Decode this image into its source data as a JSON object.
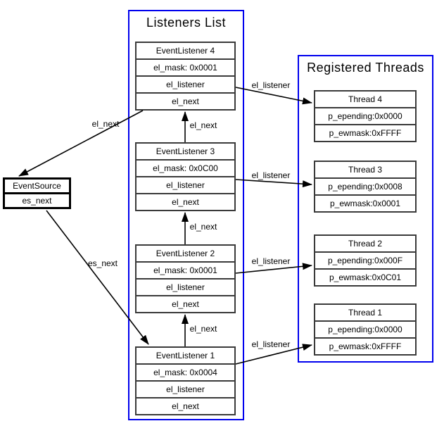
{
  "diagram": {
    "event_source": {
      "title": "EventSource",
      "fields": {
        "next": "es_next"
      }
    },
    "listeners_panel": {
      "title": "Listeners List",
      "nodes": [
        {
          "title": "EventListener 4",
          "fields": [
            "el_mask: 0x0001",
            "el_listener",
            "el_next"
          ]
        },
        {
          "title": "EventListener 3",
          "fields": [
            "el_mask: 0x0C00",
            "el_listener",
            "el_next"
          ]
        },
        {
          "title": "EventListener 2",
          "fields": [
            "el_mask: 0x0001",
            "el_listener",
            "el_next"
          ]
        },
        {
          "title": "EventListener 1",
          "fields": [
            "el_mask: 0x0004",
            "el_listener",
            "el_next"
          ]
        }
      ]
    },
    "threads_panel": {
      "title": "Registered Threads",
      "nodes": [
        {
          "title": "Thread 4",
          "fields": [
            "p_epending:0x0000",
            "p_ewmask:0xFFFF"
          ]
        },
        {
          "title": "Thread 3",
          "fields": [
            "p_epending:0x0008",
            "p_ewmask:0x0001"
          ]
        },
        {
          "title": "Thread 2",
          "fields": [
            "p_epending:0x000F",
            "p_ewmask:0x0C01"
          ]
        },
        {
          "title": "Thread 1",
          "fields": [
            "p_epending:0x0000",
            "p_ewmask:0xFFFF"
          ]
        }
      ]
    },
    "edge_labels": {
      "el_next_4_to_source": "el_next",
      "es_next_source_to_1": "es_next",
      "el_next_3_to_4": "el_next",
      "el_next_2_to_3": "el_next",
      "el_next_1_to_2": "el_next",
      "el_listener_4": "el_listener",
      "el_listener_3": "el_listener",
      "el_listener_2": "el_listener",
      "el_listener_1": "el_listener"
    },
    "colors": {
      "panel_border": "#0000ee",
      "node_border": "#3a3a3a",
      "source_border": "#000000",
      "arrow": "#000000",
      "text": "#000000",
      "background": "#ffffff"
    }
  }
}
